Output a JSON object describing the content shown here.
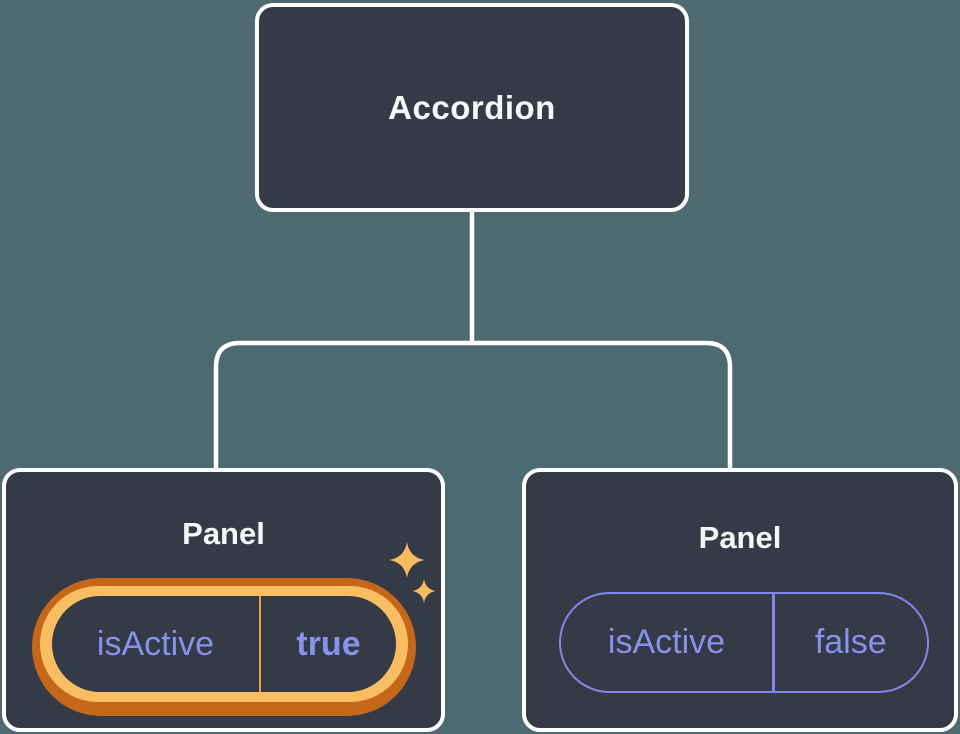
{
  "diagram": {
    "type": "component-tree",
    "root": {
      "label": "Accordion"
    },
    "children": [
      {
        "label": "Panel",
        "prop": {
          "name": "isActive",
          "value": "true"
        },
        "highlighted": true
      },
      {
        "label": "Panel",
        "prop": {
          "name": "isActive",
          "value": "false"
        },
        "highlighted": false
      }
    ]
  },
  "icons": {
    "sparkles": "✦✦"
  },
  "colors": {
    "background": "#4D6A70",
    "node_fill": "#343A46",
    "node_border": "#FFFFFF",
    "node_text": "#F6F7F9",
    "connector": "#FFFFFF",
    "prop_text": "#8891EC",
    "prop_outline": "#8089E6",
    "highlight_ring_outer": "#C4671B",
    "highlight_ring_inner": "#FABD62",
    "highlight_divider": "#E9A23B",
    "sparkle": "#FABD62"
  }
}
